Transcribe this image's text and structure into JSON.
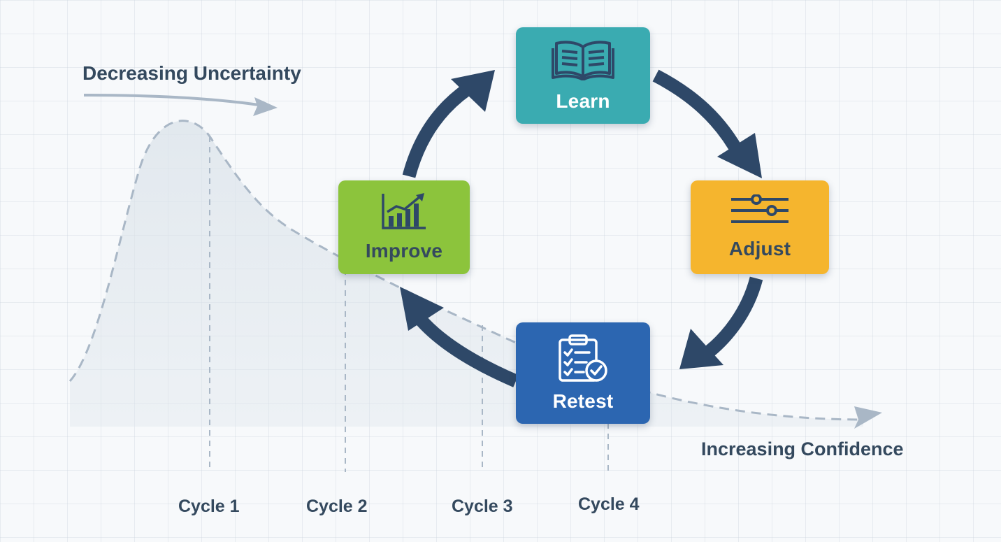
{
  "annotations": {
    "top_left": "Decreasing Uncertainty",
    "bottom_right": "Increasing Confidence"
  },
  "cycles": [
    "Cycle 1",
    "Cycle 2",
    "Cycle 3",
    "Cycle 4"
  ],
  "nodes": {
    "learn": {
      "label": "Learn",
      "color": "#3aabb1",
      "icon": "open-book-icon"
    },
    "adjust": {
      "label": "Adjust",
      "color": "#f5b52e",
      "icon": "sliders-icon"
    },
    "retest": {
      "label": "Retest",
      "color": "#2c66b1",
      "icon": "checklist-clipboard-icon"
    },
    "improve": {
      "label": "Improve",
      "color": "#8cc43c",
      "icon": "growth-chart-icon"
    }
  },
  "colors": {
    "arrow": "#2e4868",
    "text": "#34495e",
    "curve": "#a9b7c6"
  }
}
